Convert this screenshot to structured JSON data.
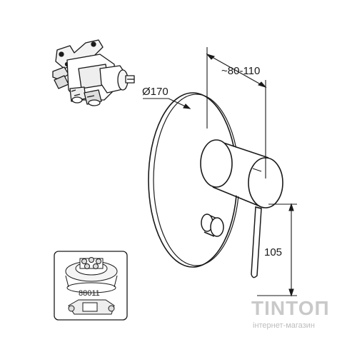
{
  "dimensions": {
    "depth": "~80-110",
    "diameter": "Ø170",
    "height": "105"
  },
  "inset": {
    "part_number": "88011"
  },
  "watermark": {
    "brand": "TINTOП",
    "tagline": "інтернет-магазин"
  },
  "colors": {
    "line": "#1a1a1a",
    "watermark": "#c9c9c9",
    "background": "#ffffff"
  }
}
